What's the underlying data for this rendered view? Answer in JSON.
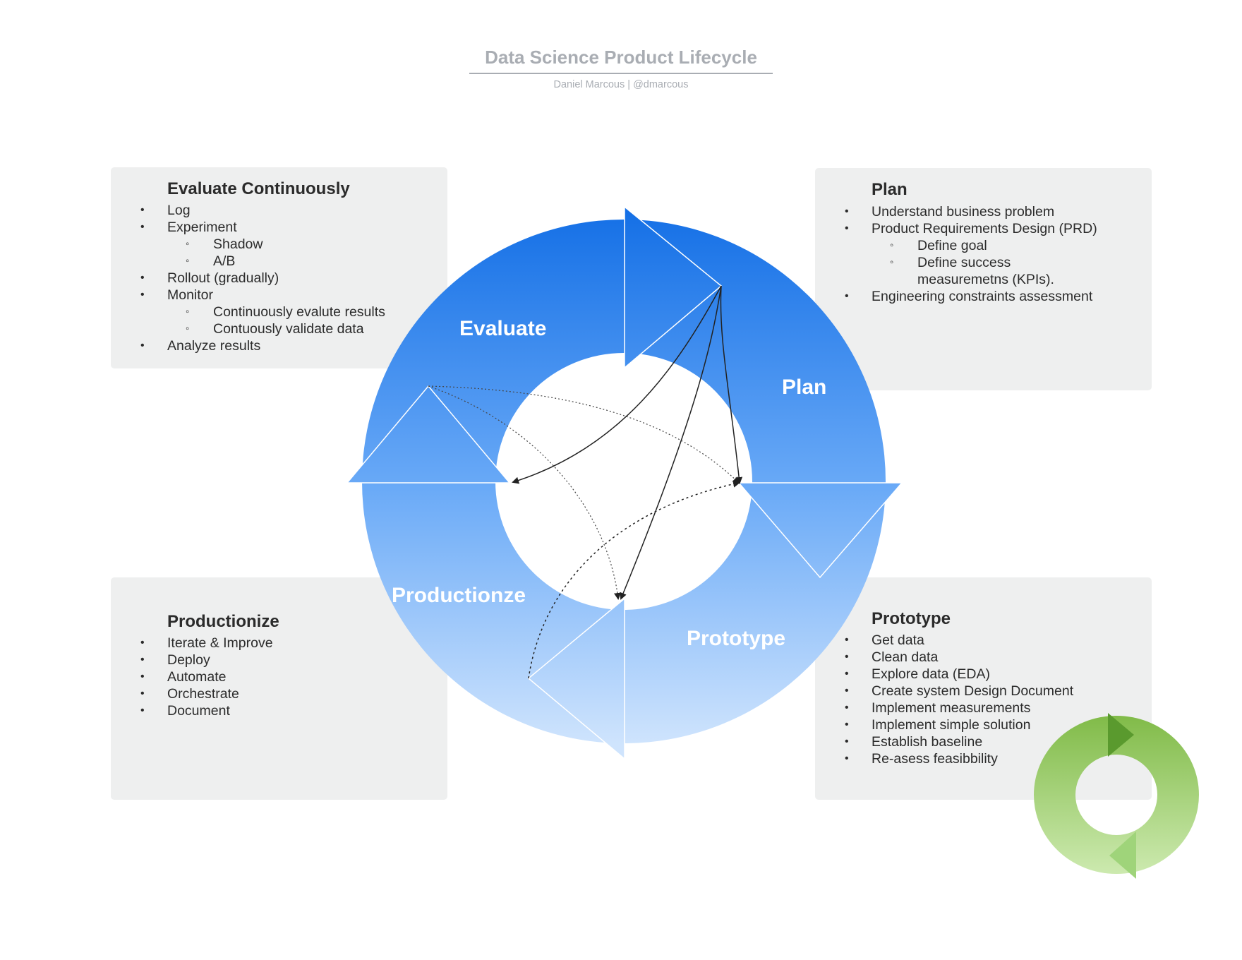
{
  "header": {
    "title": "Data Science Product Lifecycle",
    "subtitle": "Daniel Marcous  |  @dmarcous"
  },
  "cycle": {
    "labels": {
      "evaluate": "Evaluate",
      "plan": "Plan",
      "prototype": "Prototype",
      "productionize": "Productionze"
    },
    "colors": {
      "top": "#1570e6",
      "mid": "#6aaaf7",
      "bottom": "#cfe4fd"
    }
  },
  "panels": {
    "evaluate": {
      "heading": "Evaluate Continuously",
      "items": [
        {
          "text": "Log",
          "level": 1
        },
        {
          "text": "Experiment",
          "level": 1
        },
        {
          "text": "Shadow",
          "level": 2
        },
        {
          "text": "A/B",
          "level": 2
        },
        {
          "text": "Rollout (gradually)",
          "level": 1
        },
        {
          "text": "Monitor",
          "level": 1
        },
        {
          "text": "Continuously evalute results",
          "level": 2
        },
        {
          "text": "Contuously validate data",
          "level": 2
        },
        {
          "text": "Analyze results",
          "level": 1
        }
      ]
    },
    "plan": {
      "heading": "Plan",
      "items": [
        {
          "text": "Understand business problem",
          "level": 1
        },
        {
          "text": "Product Requirements Design (PRD)",
          "level": 1
        },
        {
          "text": "Define goal",
          "level": 2
        },
        {
          "text": "Define success",
          "level": 2
        },
        {
          "text": "measuremetns (KPIs).",
          "level": 3
        },
        {
          "text": "Engineering constraints assessment",
          "level": 1
        }
      ]
    },
    "productionize": {
      "heading": "Productionize",
      "items": [
        {
          "text": "Iterate & Improve",
          "level": 1
        },
        {
          "text": "Deploy",
          "level": 1
        },
        {
          "text": "Automate",
          "level": 1
        },
        {
          "text": "Orchestrate",
          "level": 1
        },
        {
          "text": "Document",
          "level": 1
        }
      ]
    },
    "prototype": {
      "heading": "Prototype",
      "items": [
        {
          "text": "Get data",
          "level": 1
        },
        {
          "text": "Clean data",
          "level": 1
        },
        {
          "text": "Explore data (EDA)",
          "level": 1
        },
        {
          "text": "Create system Design Document",
          "level": 1
        },
        {
          "text": "Implement measurements",
          "level": 1
        },
        {
          "text": "Implement simple solution",
          "level": 1
        },
        {
          "text": "Establish baseline",
          "level": 1
        },
        {
          "text": "Re-asess feasibbility",
          "level": 1
        }
      ]
    }
  },
  "mini_cycle": {
    "colors": {
      "top": "#7cb842",
      "bottom": "#cdeab0"
    }
  }
}
